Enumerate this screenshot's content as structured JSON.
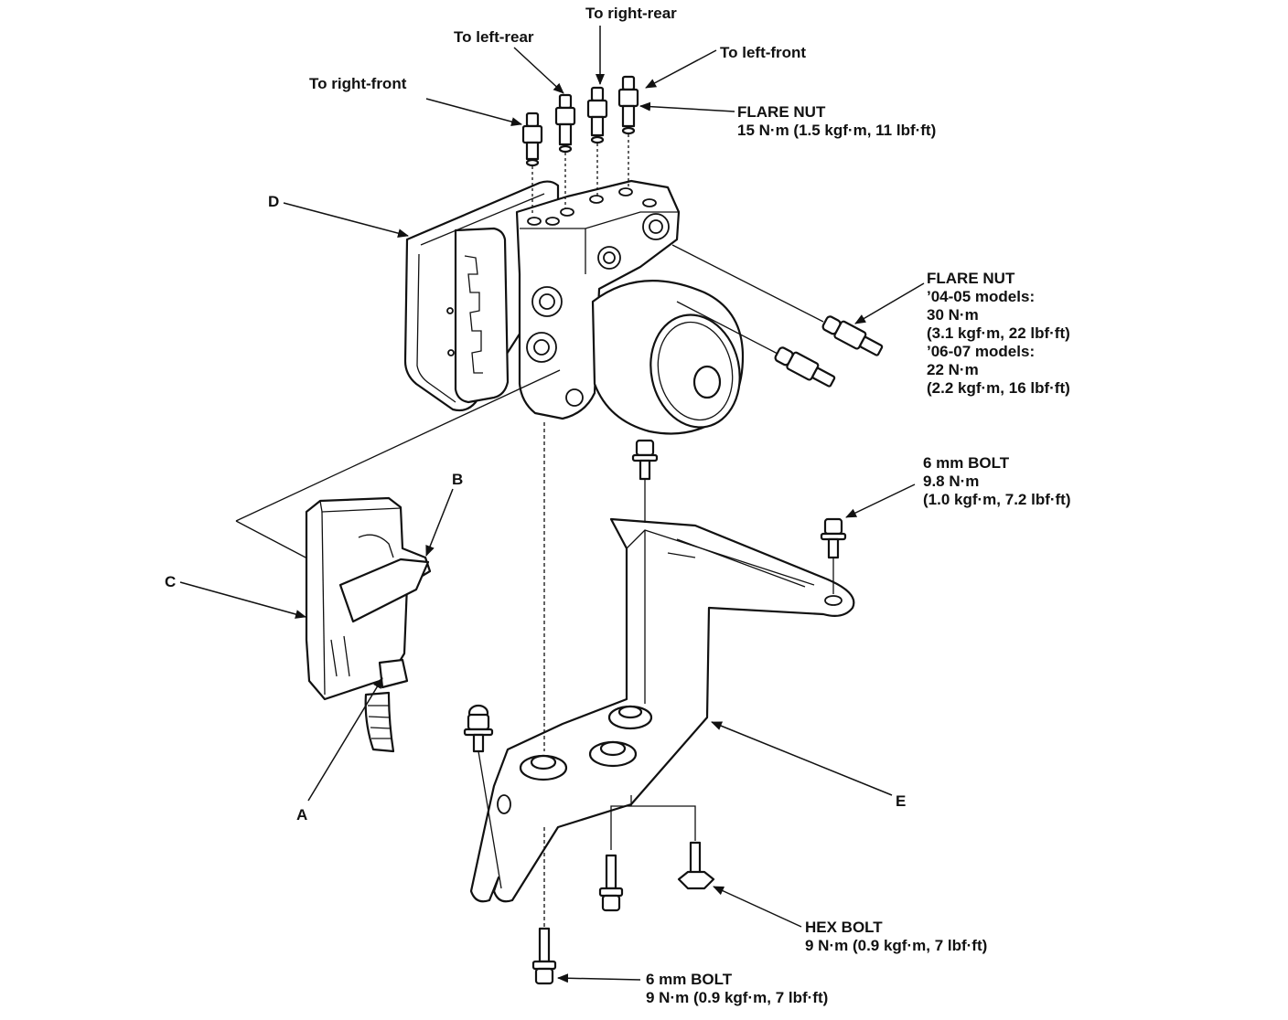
{
  "labels": {
    "to_right_rear": "To right-rear",
    "to_left_rear": "To left-rear",
    "to_left_front": "To left-front",
    "to_right_front": "To right-front",
    "flare_nut_top": {
      "title": "FLARE NUT",
      "spec": "15 N·m (1.5 kgf·m, 11 lbf·ft)"
    },
    "flare_nut_side": {
      "title": "FLARE NUT",
      "line1": "’04-05 models:",
      "line2": "30 N·m",
      "line3": "(3.1 kgf·m, 22 lbf·ft)",
      "line4": "’06-07 models:",
      "line5": "22 N·m",
      "line6": "(2.2 kgf·m, 16 lbf·ft)"
    },
    "bolt_6mm_right": {
      "title": "6 mm BOLT",
      "line1": "9.8 N·m",
      "line2": "(1.0 kgf·m, 7.2 lbf·ft)"
    },
    "hex_bolt": {
      "title": "HEX BOLT",
      "spec": "9 N·m (0.9 kgf·m, 7 lbf·ft)"
    },
    "bolt_6mm_bottom": {
      "title": "6 mm BOLT",
      "spec": "9 N·m (0.9 kgf·m, 7 lbf·ft)"
    }
  },
  "callouts": {
    "a": "A",
    "b": "B",
    "c": "C",
    "d": "D",
    "e": "E"
  }
}
